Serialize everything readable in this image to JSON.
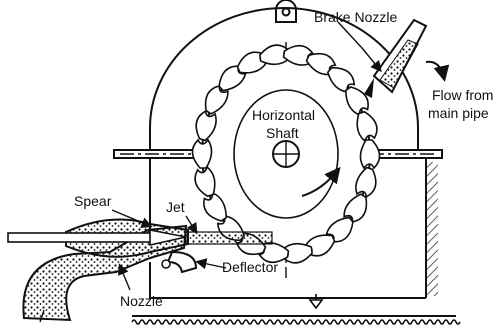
{
  "diagram": {
    "labels": {
      "brake_nozzle": "Brake Nozzle",
      "flow_line1": "Flow from",
      "flow_line2": "main pipe",
      "shaft_line1": "Horizontal",
      "shaft_line2": "Shaft",
      "spear": "Spear",
      "jet": "Jet",
      "deflector": "Deflector",
      "nozzle": "Nozzle"
    },
    "bucket_count": 22,
    "colors": {
      "ink": "#111111",
      "background": "#ffffff"
    }
  }
}
